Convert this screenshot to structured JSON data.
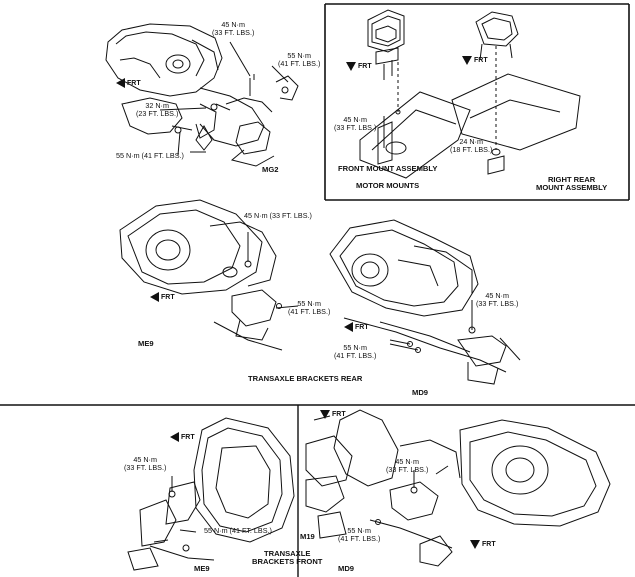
{
  "panels": {
    "mg2": {
      "code": "MG2",
      "frt": "FRT",
      "torque_top": [
        "45 N·m",
        "(33 FT. LBS.)"
      ],
      "torque_right": [
        "55 N·m",
        "(41 FT. LBS.)"
      ],
      "torque_left": [
        "32 N·m",
        "(23 FT. LBS.)"
      ],
      "torque_bottom": "55 N·m (41 FT. LBS.)"
    },
    "motor_mounts": {
      "frt_left": "FRT",
      "frt_right": "FRT",
      "torque_front": [
        "45 N·m",
        "(33 FT. LBS.)"
      ],
      "torque_rear": [
        "24 N·m",
        "(18 FT. LBS.)"
      ],
      "front_caption": "FRONT MOUNT ASSEMBLY",
      "section_title": "MOTOR MOUNTS",
      "rear_caption": [
        "RIGHT REAR",
        "MOUNT ASSEMBLY"
      ]
    },
    "me9_rear": {
      "code": "ME9",
      "frt": "FRT",
      "torque_top": "45 N·m (33 FT. LBS.)",
      "torque_right": [
        "55 N·m",
        "(41 FT. LBS.)"
      ]
    },
    "md9_rear": {
      "code": "MD9",
      "frt": "FRT",
      "torque_right": [
        "45 N·m",
        "(33 FT. LBS.)"
      ],
      "torque_left": [
        "55 N·m",
        "(41 FT. LBS.)"
      ]
    },
    "rear_title": "TRANSAXLE BRACKETS REAR",
    "me9_front": {
      "code": "ME9",
      "frt": "FRT",
      "torque_top": [
        "45 N·m",
        "(33 FT. LBS.)"
      ],
      "torque_bottom": "55 N·m (41 FT. LBS.)"
    },
    "md9_front": {
      "code": "MD9",
      "code_m19": "M19",
      "frt_top": "FRT",
      "frt_bottom": "FRT",
      "torque_top": [
        "45 N·m",
        "(33 FT. LBS.)"
      ],
      "torque_bottom": [
        "55 N·m",
        "(41 FT. LBS.)"
      ]
    },
    "front_title": [
      "TRANSAXLE",
      "BRACKETS FRONT"
    ]
  }
}
